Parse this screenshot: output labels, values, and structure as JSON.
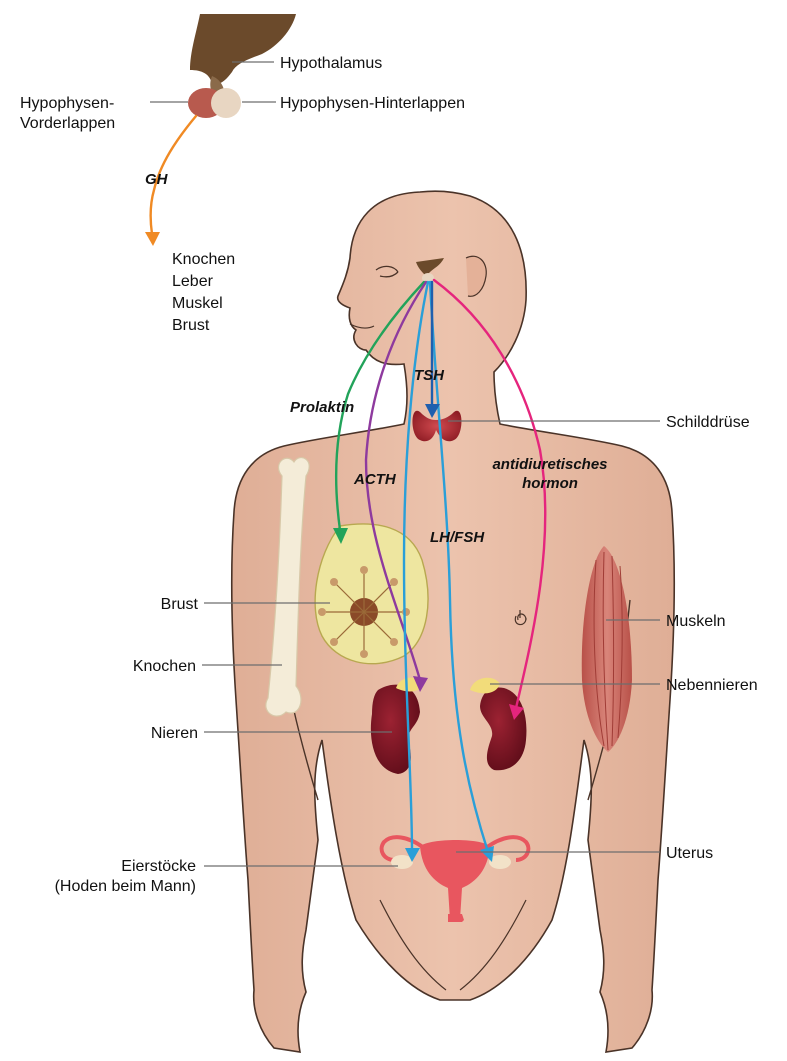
{
  "labels": {
    "hypothalamus": "Hypothalamus",
    "hypophysis_posterior": "Hypophysen-Hinterlappen",
    "hypophysis_anterior_1": "Hypophysen-",
    "hypophysis_anterior_2": "Vorderlappen",
    "gh_targets": [
      "Knochen",
      "Leber",
      "Muskel",
      "Brust"
    ],
    "thyroid": "Schilddrüse",
    "breast": "Brust",
    "muscles": "Muskeln",
    "bone": "Knochen",
    "adrenal": "Nebennieren",
    "kidneys": "Nieren",
    "ovaries_1": "Eierstöcke",
    "ovaries_2": "(Hoden beim Mann)",
    "uterus": "Uterus"
  },
  "hormones": {
    "gh": "GH",
    "tsh": "TSH",
    "prolactin": "Prolaktin",
    "acth": "ACTH",
    "lh_fsh": "LH/FSH",
    "adh_1": "antidiuretisches",
    "adh_2": "hormon"
  },
  "colors": {
    "skin": "#e8bba4",
    "skin_outline": "#4a3328",
    "hypothalamus": "#6b4a2b",
    "gh": "#f08a24",
    "prolactin": "#22a35a",
    "acth": "#8e3a9e",
    "lh_fsh": "#2a9fd8",
    "tsh": "#1f5fae",
    "adh": "#e5257d",
    "thyroid": "#b3262e",
    "kidney": "#7a1220",
    "adrenal": "#f2dc7a",
    "breast": "#eee6a0",
    "bone": "#f4ecd8",
    "muscle": "#c4615a",
    "uterus": "#e8565f"
  }
}
